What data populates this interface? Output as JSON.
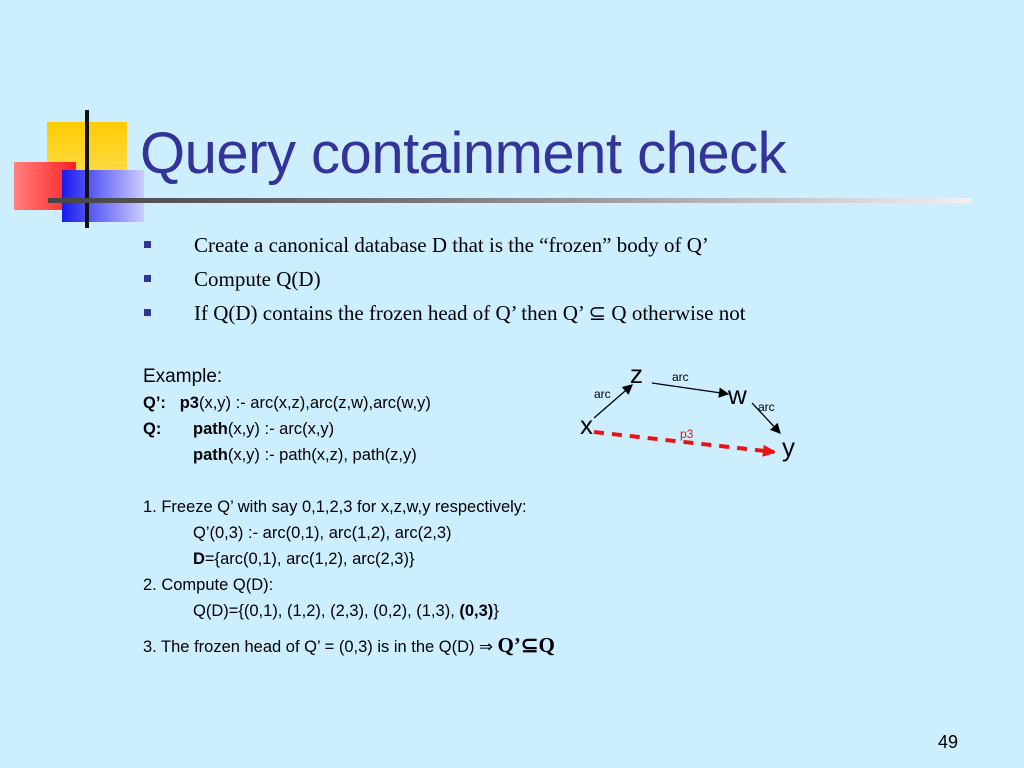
{
  "title": "Query containment check",
  "bullets": [
    "Create a canonical database D that is the “frozen” body of Q’",
    "Compute  Q(D)",
    "If Q(D) contains the frozen head of Q’ then Q’ ⊆ Q otherwise not"
  ],
  "example": {
    "heading": "Example:",
    "q_prime_label": "Q’:",
    "q_prime_head": "p3",
    "q_prime_body": "(x,y) :- arc(x,z),arc(z,w),arc(w,y)",
    "q_label": "Q:",
    "q_rule1_head": "path",
    "q_rule1_body": "(x,y) :- arc(x,y)",
    "q_rule2_head": "path",
    "q_rule2_body": "(x,y) :- path(x,z), path(z,y)",
    "step1": "1. Freeze Q’ with say 0,1,2,3 for x,z,w,y respectively:",
    "step1_line1": "Q’(0,3) :- arc(0,1), arc(1,2), arc(2,3)",
    "step1_d_label": "D",
    "step1_d_value": "={arc(0,1), arc(1,2), arc(2,3)}",
    "step2": "2. Compute Q(D):",
    "step2_value": "Q(D)={(0,1), (1,2), (2,3), (0,2), (1,3), ",
    "step2_bold": "(0,3)",
    "step2_close": "}",
    "step3": "3. The frozen head of Q’ = (0,3) is in the Q(D) ⇒ ",
    "step3_result": "Q’⊆Q"
  },
  "graph": {
    "nodes": {
      "x": "x",
      "z": "z",
      "w": "w",
      "y": "y"
    },
    "edge_labels": {
      "xz": "arc",
      "zw": "arc",
      "wy": "arc",
      "xy": "p3"
    },
    "colors": {
      "p3_edge": "#ee1111",
      "arc_edge": "#000000"
    }
  },
  "page_number": "49",
  "colors": {
    "background": "#cceeff",
    "title": "#333399",
    "bullet": "#333399"
  }
}
